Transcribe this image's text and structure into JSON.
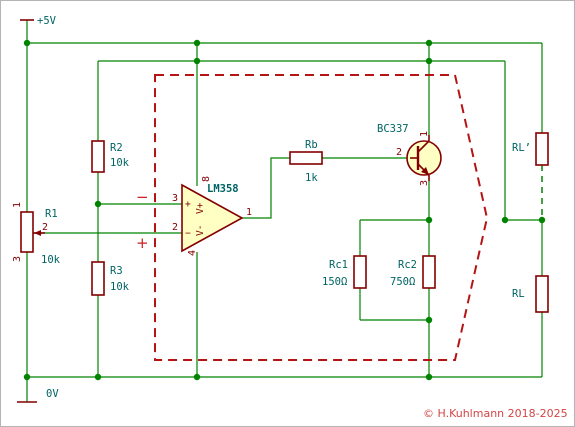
{
  "labels": {
    "supply": "+5V",
    "ground": "0V",
    "r1_ref": "R1",
    "r1_val": "10k",
    "r2_ref": "R2",
    "r2_val": "10k",
    "r3_ref": "R3",
    "r3_val": "10k",
    "rb_ref": "Rb",
    "rb_val": "1k",
    "q_ref": "BC337",
    "opamp_ref": "LM358",
    "rc1_ref": "Rc1",
    "rc1_val": "150Ω",
    "rc2_ref": "Rc2",
    "rc2_val": "750Ω",
    "rl_ref": "RL",
    "rlp_ref": "RL’"
  },
  "pins": {
    "r1_top": "1",
    "r1_wiper": "2",
    "r1_bottom": "3",
    "op_inv": "3",
    "op_noninv": "2",
    "op_out": "1",
    "op_vplus": "8",
    "op_vminus": "4",
    "op_vplus_name": "V+",
    "op_vminus_name": "V-",
    "op_in_plus_mark": "+",
    "op_in_minus_mark": "−",
    "q_base": "2",
    "q_collector": "1",
    "q_emitter": "3"
  },
  "annotations": {
    "minus_sign": "−",
    "plus_sign": "+"
  },
  "copyright": "© H.Kuhlmann 2018-2025",
  "colors": {
    "wire": "#008400",
    "part": "#840000",
    "label": "#006464",
    "dashed_boundary": "#b41414",
    "copyright": "#d24646"
  }
}
